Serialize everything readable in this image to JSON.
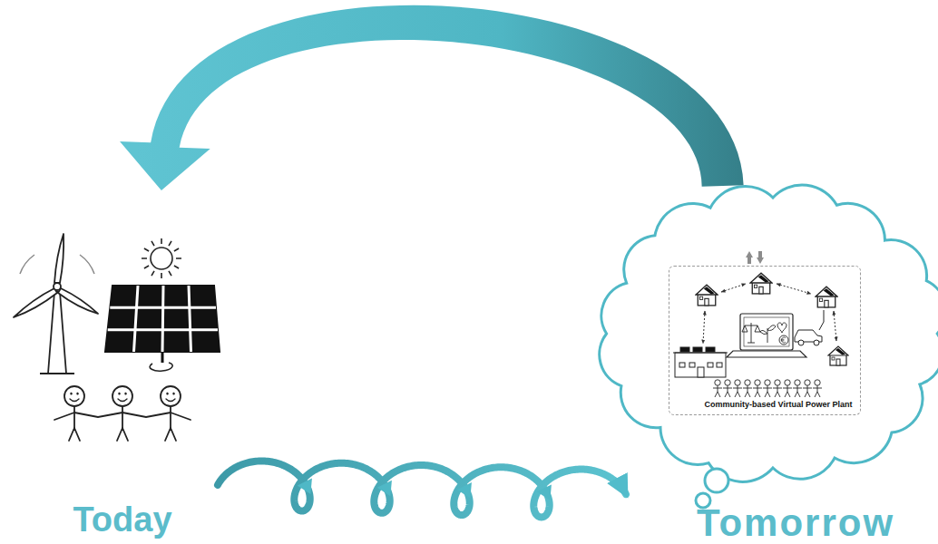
{
  "diagram": {
    "nodes": [
      {
        "text": [
          "Today"
        ]
      },
      {
        "text": [
          "Tomorrow"
        ]
      },
      {
        "text": [
          "Community-based Virtual Power Plant"
        ],
        "in": 1
      }
    ],
    "edges": [
      {
        "from": 1,
        "to": 0,
        "arrow": "to"
      },
      {
        "from": 0,
        "to": 1,
        "arrow": "to"
      }
    ]
  }
}
